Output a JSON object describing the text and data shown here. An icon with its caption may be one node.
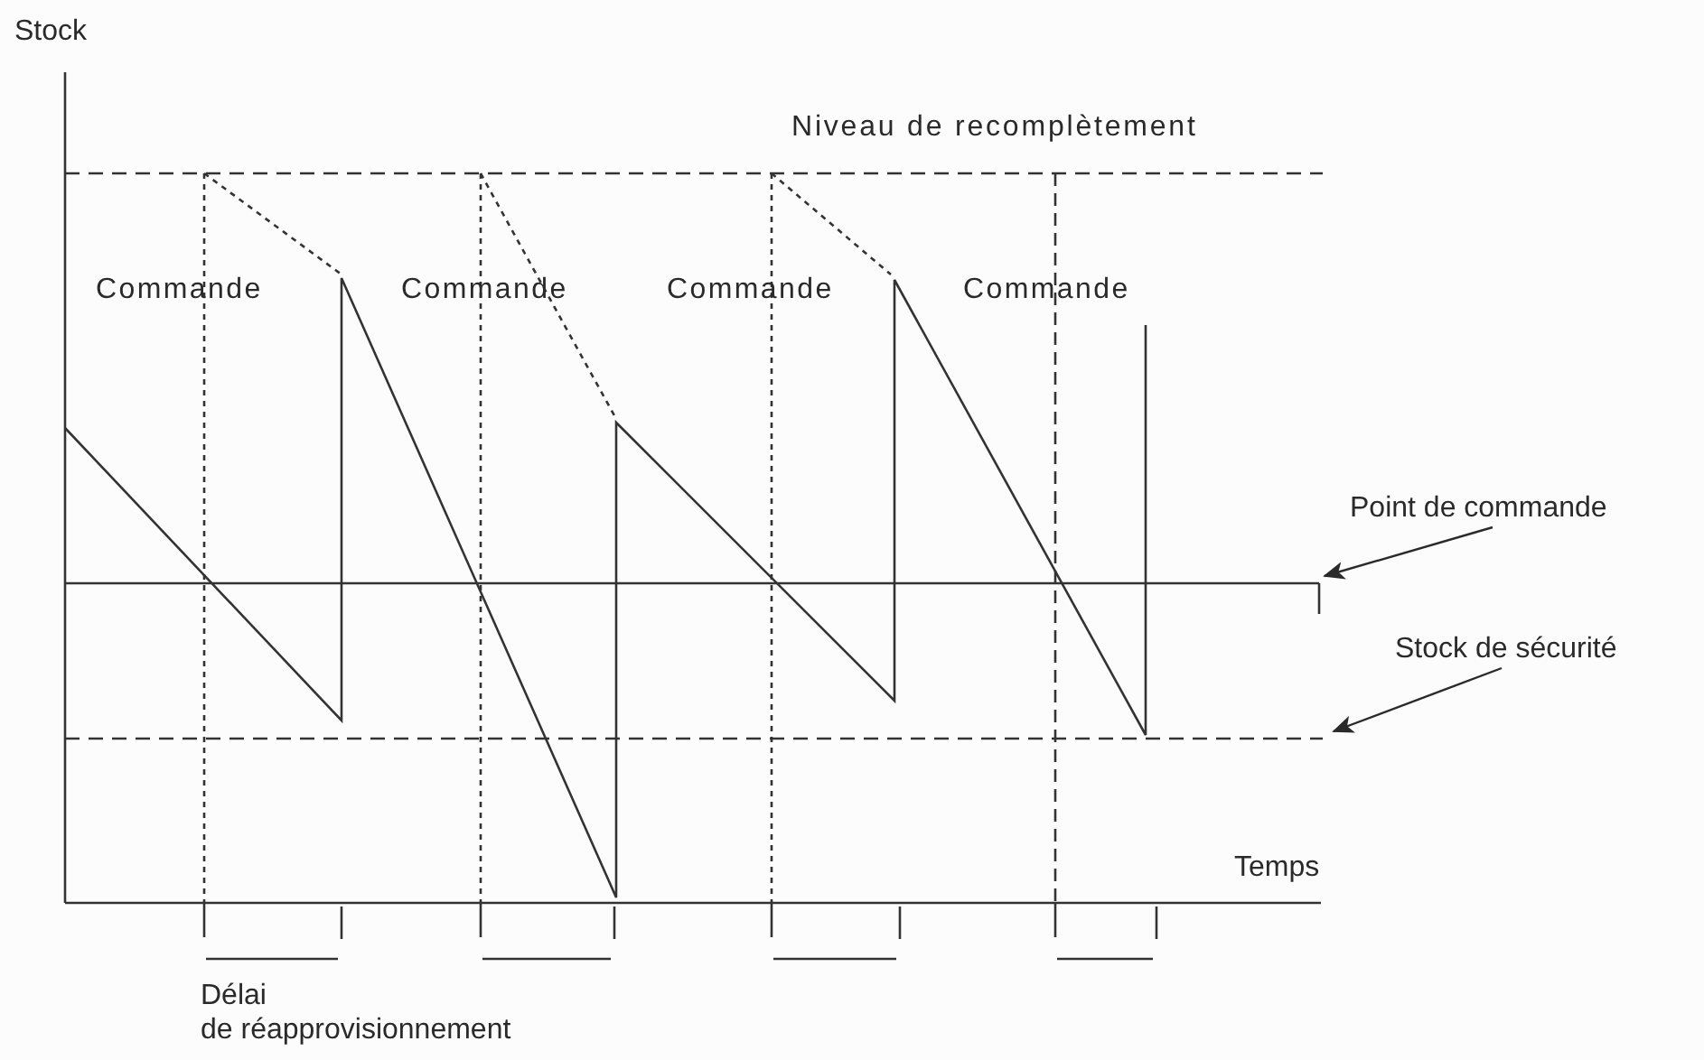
{
  "diagram": {
    "nodes": [
      {
        "text": [
          "Point de commande"
        ]
      },
      {
        "text": [
          "Stock de sécurité"
        ]
      }
    ],
    "edges": [
      {
        "from": 0,
        "to": null,
        "arrow": "to"
      },
      {
        "from": 1,
        "to": null,
        "arrow": "to"
      }
    ],
    "labels": [
      "Stock",
      "Niveau de recomplètement",
      "Commande",
      "Commande",
      "Commande",
      "Commande",
      "Temps",
      "Délai de réapprovisionnement"
    ]
  }
}
